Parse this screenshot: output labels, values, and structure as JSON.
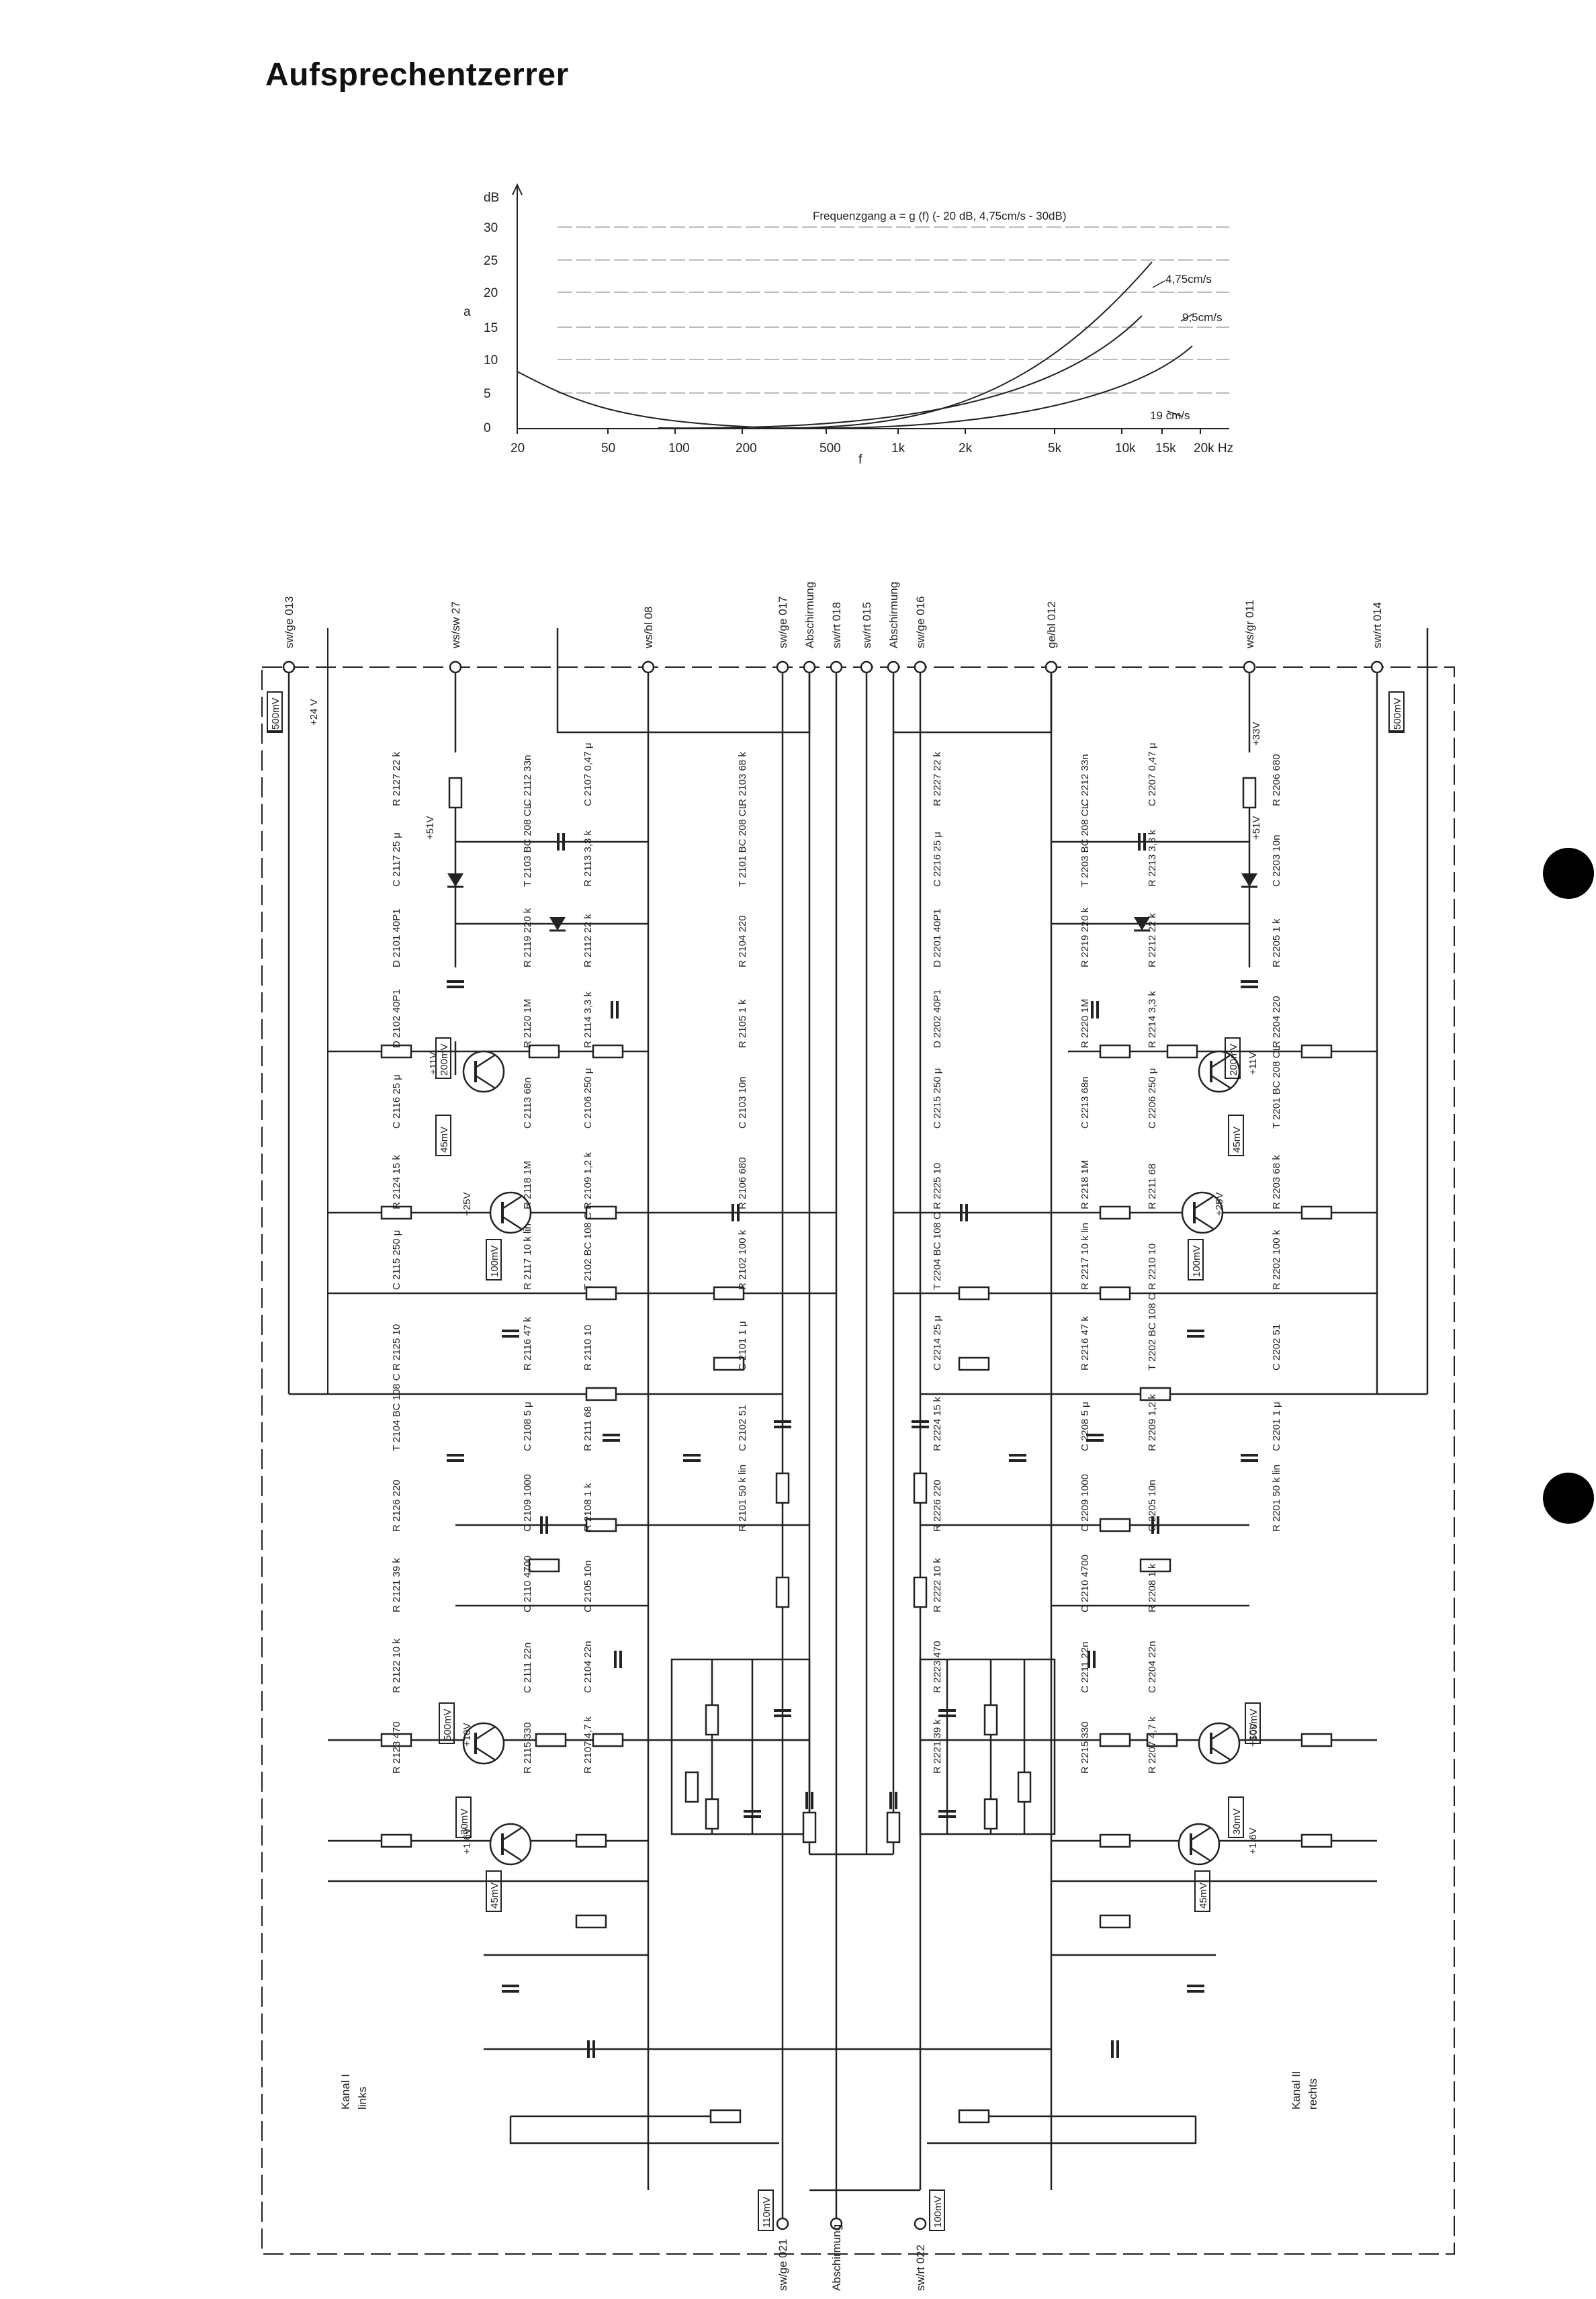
{
  "page_title": "Aufsprechentzerrer",
  "graph": {
    "y_unit": "dB",
    "y_axis_letter": "a",
    "x_axis_letter": "f",
    "y_ticks": [
      "30",
      "25",
      "20",
      "15",
      "10",
      "5",
      "0"
    ],
    "x_ticks": [
      "20",
      "50",
      "100",
      "200",
      "500",
      "1k",
      "2k",
      "5k",
      "10k",
      "15k",
      "20k Hz"
    ],
    "caption": "Frequenzgang a = g (f) (- 20 dB, 4,75cm/s - 30dB)",
    "curve_labels": [
      "4,75cm/s",
      "9,5cm/s",
      "19 cm/s"
    ]
  },
  "schematic": {
    "top_terminals": [
      "sw/ge 013",
      "ws/sw 27",
      "ws/bl 08",
      "sw/ge 017",
      "Abschirmung",
      "sw/rt 018",
      "sw/rt 015",
      "Abschirmung",
      "sw/ge 016",
      "ge/bl 012",
      "ws/gr 011",
      "sw/rt 014"
    ],
    "bottom_terminals": [
      "sw/ge 021",
      "Abschirmung",
      "sw/rt 022"
    ],
    "boxed_values": [
      "500mV",
      "500mV",
      "200mV",
      "45mV",
      "100mV",
      "500mV",
      "30mV",
      "45mV",
      "110mV",
      "200mV",
      "45mV",
      "100mV",
      "500mV",
      "30mV",
      "45mV",
      "100mV"
    ],
    "supply_labels": [
      "+24 V",
      "+51V",
      "+11V",
      "+25V",
      "+10V",
      "+1,6V",
      "+25V",
      "+11V",
      "+51V",
      "+33V",
      "+10V",
      "+1,6V"
    ],
    "components_left": [
      "R 2127 22 k",
      "C 2117 25 μ",
      "D 2101 40P1",
      "D 2102 40P1",
      "C 2116 25 μ",
      "R 2124 15 k",
      "C 2115 250 μ",
      "R 2125 10",
      "T 2104 BC 108 C",
      "R 2126 220",
      "R 2121 39 k",
      "R 2122 10 k",
      "R 2123 470",
      "C 2112 33n",
      "T 2103 BC 208 CL",
      "R 2119 220 k",
      "R 2120 1M",
      "C 2113 68n",
      "R 2118 1M",
      "R 2117 10 k lin",
      "R 2116 47 k",
      "C 2108 5 μ",
      "C 2109 1000",
      "C 2110 4700",
      "C 2111 22n",
      "R 2115 330",
      "C 2107 0,47 μ",
      "R 2113 3,3 k",
      "R 2112 22 k",
      "R 2114 3,3 k",
      "C 2106 250 μ",
      "R 2109 1,2 k",
      "T 2102 BC 108 C",
      "R 2110 10",
      "R 2111 68",
      "R 2108 1 k",
      "C 2105 10n",
      "C 2104 22n",
      "R 2107 4,7 k",
      "R 2103 68 k",
      "T 2101 BC 208 CL",
      "R 2104 220",
      "R 2105 1 k",
      "C 2103 10n",
      "R 2106 680",
      "R 2102 100 k",
      "C 2101 1 μ",
      "C 2102 51",
      "R 2101 50 k lin"
    ],
    "components_right": [
      "R 2227 22 k",
      "C 2216 25 μ",
      "D 2201 40P1",
      "D 2202 40P1",
      "C 2215 250 μ",
      "R 2225 10",
      "T 2204 BC 108 C",
      "C 2214 25 μ",
      "R 2224 15 k",
      "R 2226 220",
      "R 2222 10 k",
      "R 2223 470",
      "R 2221 39 k",
      "C 2212 33n",
      "T 2203 BC 208 CL",
      "R 2219 220 k",
      "R 2220 1M",
      "C 2213 68n",
      "R 2218 1M",
      "R 2217 10 k lin",
      "R 2216 47 k",
      "C 2208 5 μ",
      "C 2209 1000",
      "C 2210 4700",
      "C 2211 22n",
      "R 2215 330",
      "C 2207 0,47 μ",
      "R 2213 3,3 k",
      "R 2212 22 k",
      "R 2214 3,3 k",
      "C 2206 250 μ",
      "R 2211 68",
      "R 2210 10",
      "T 2202 BC 108 C",
      "R 2209 1,2 k",
      "C 2205 10n",
      "R 2208 1 k",
      "C 2204 22n",
      "R 2207 4,7 k",
      "R 2206 680",
      "C 2203 10n",
      "R 2205 1 k",
      "R 2204 220",
      "T 2201 BC 208 CL",
      "R 2203 68 k",
      "R 2202 100 k",
      "C 2202 51",
      "C 2201 1 μ",
      "R 2201 50 k lin"
    ],
    "channel_left": [
      "Kanal I",
      "links"
    ],
    "channel_right": [
      "Kanal II",
      "rechts"
    ]
  }
}
